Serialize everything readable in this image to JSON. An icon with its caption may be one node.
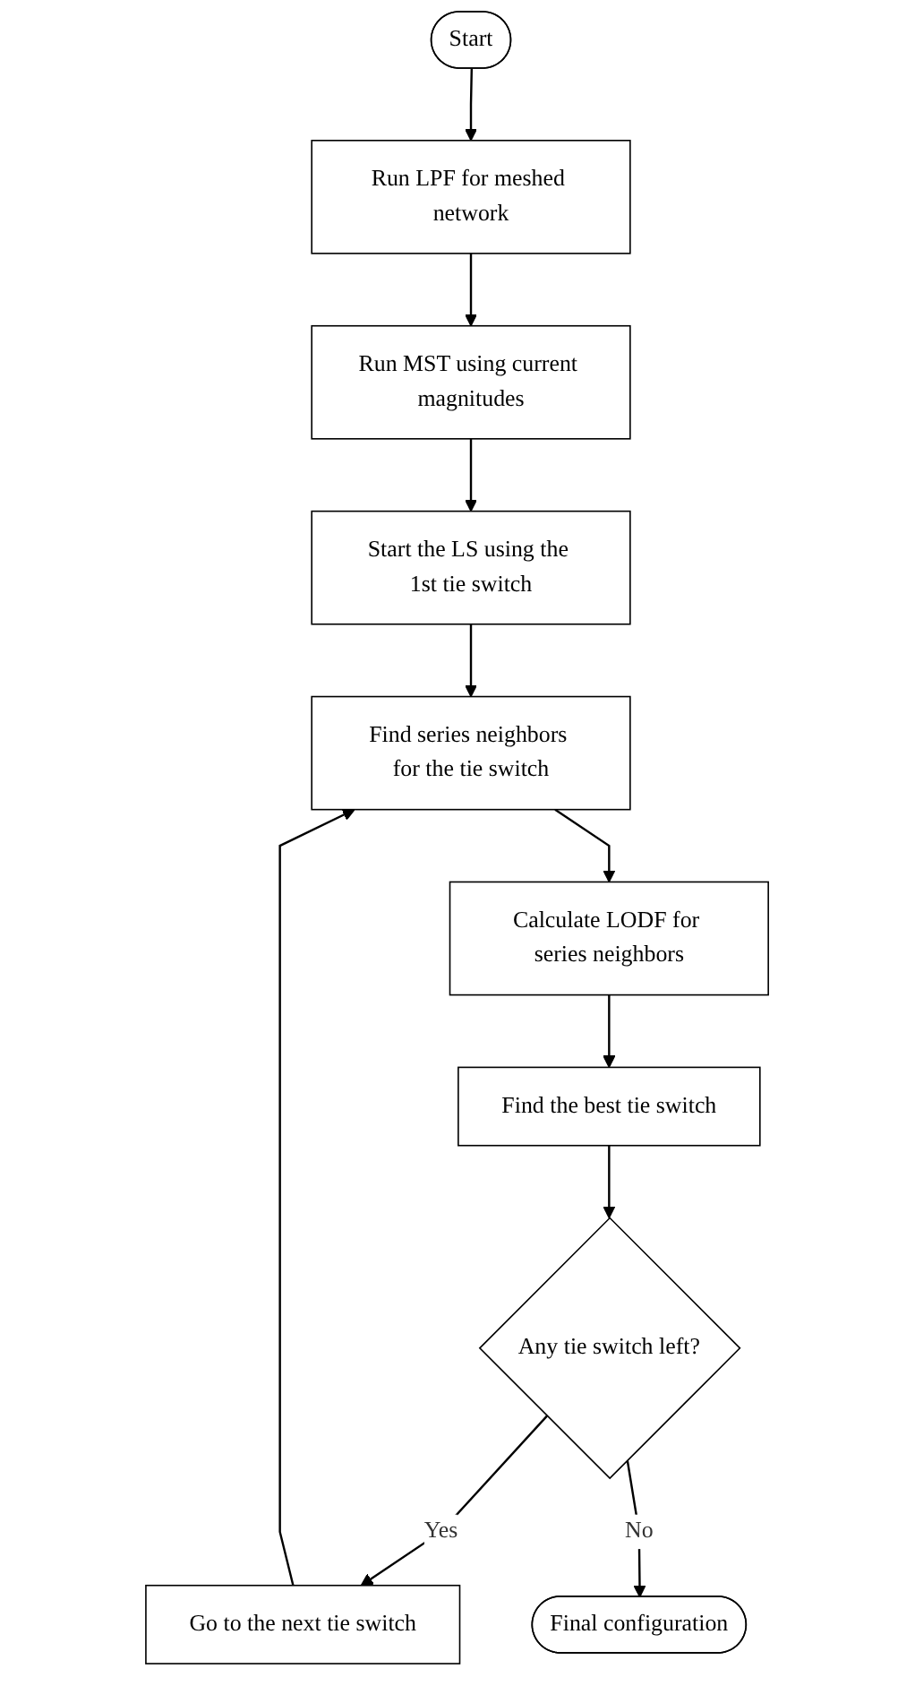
{
  "diagram": {
    "nodes": [
      {
        "text": [
          "Start"
        ]
      },
      {
        "text": [
          "Run LPF for meshed network"
        ]
      },
      {
        "text": [
          "Run MST using current magnitudes"
        ]
      },
      {
        "text": [
          "Start the LS using the 1st tie switch"
        ]
      },
      {
        "text": [
          "Find series neighbors for the tie switch"
        ]
      },
      {
        "text": [
          "Calculate LODF for series neighbors"
        ]
      },
      {
        "text": [
          "Find the best tie switch"
        ]
      },
      {
        "text": [
          "Any tie switch left?"
        ]
      },
      {
        "text": [
          "Go to the next tie switch"
        ]
      },
      {
        "text": [
          "Final configuration"
        ]
      }
    ],
    "edges": [
      {
        "from": 0,
        "to": 1,
        "arrow": "to"
      },
      {
        "from": 1,
        "to": 2,
        "arrow": "to"
      },
      {
        "from": 2,
        "to": 3,
        "arrow": "to"
      },
      {
        "from": 3,
        "to": 4,
        "arrow": "to"
      },
      {
        "from": 4,
        "to": 5,
        "arrow": "to"
      },
      {
        "from": 5,
        "to": 6,
        "arrow": "to"
      },
      {
        "from": 6,
        "to": 7,
        "arrow": "to"
      },
      {
        "from": 7,
        "to": 8,
        "arrow": "to",
        "label": "Yes"
      },
      {
        "from": 8,
        "to": 4,
        "arrow": "to"
      },
      {
        "from": 7,
        "to": 9,
        "arrow": "to",
        "label": "No"
      }
    ]
  }
}
